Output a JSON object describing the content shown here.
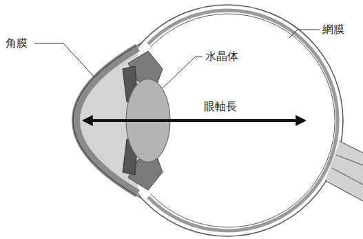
{
  "diagram": {
    "labels": [
      "角膜",
      "水晶体",
      "網膜",
      "眼軸長"
    ]
  }
}
